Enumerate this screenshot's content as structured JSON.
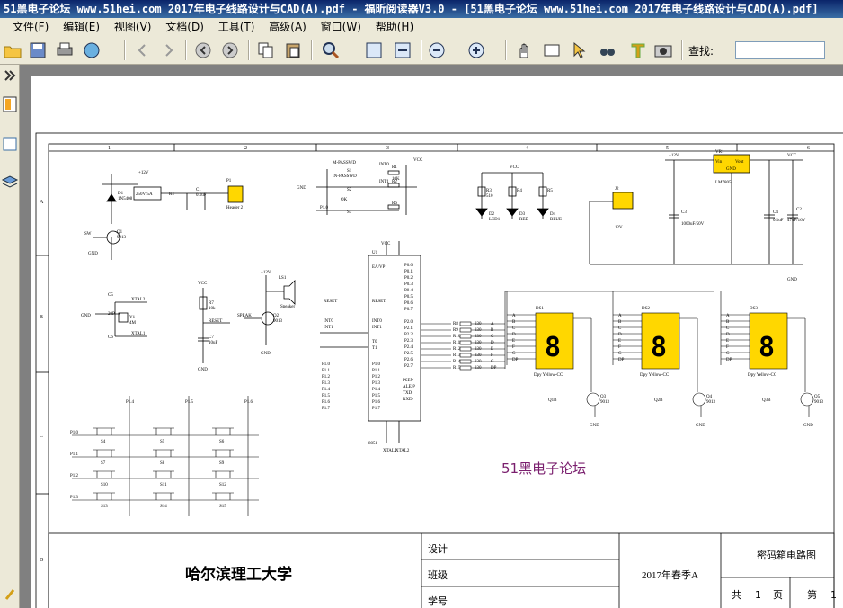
{
  "window": {
    "title": "51黑电子论坛 www.51hei.com 2017年电子线路设计与CAD(A).pdf - 福昕阅读器V3.0 - [51黑电子论坛 www.51hei.com 2017年电子线路设计与CAD(A).pdf]"
  },
  "menu": [
    "文件(F)",
    "编辑(E)",
    "视图(V)",
    "文档(D)",
    "工具(T)",
    "高级(A)",
    "窗口(W)",
    "帮助(H)"
  ],
  "toolbar": {
    "find_label": "查找:",
    "find_value": "",
    "icons": [
      "open-icon",
      "save-icon",
      "print-icon",
      "email-icon",
      "back-icon",
      "forward-icon",
      "prev-page-icon",
      "next-page-icon",
      "copy-icon",
      "paste-icon",
      "zoom-icon",
      "fit-page-icon",
      "fit-width-icon",
      "zoom-out-icon",
      "zoom-in-icon",
      "hand-icon",
      "snapshot-icon",
      "select-icon",
      "binoculars-icon",
      "text-tool-icon",
      "camera-icon"
    ]
  },
  "sidebar": {
    "icons": [
      "expand-icon",
      "bookmark-icon",
      "thumbnails-icon",
      "layers-icon",
      "attachment-icon"
    ]
  },
  "document": {
    "grid_columns": [
      "1",
      "2",
      "3",
      "4",
      "5",
      "6"
    ],
    "grid_rows": [
      "A",
      "B",
      "C",
      "D"
    ],
    "watermark": "51黑电子论坛",
    "title_block": {
      "university": "哈尔滨理工大学",
      "design_label": "设计",
      "class_label": "班级",
      "student_id_label": "学号",
      "term": "2017年春季A",
      "drawing_title": "密码箱电路图",
      "total_label": "共",
      "total_value": "1",
      "page_unit": "页",
      "page_label": "第",
      "page_value": "1"
    },
    "components": {
      "power_label": "+12V",
      "vcc_label": "VCC",
      "gnd_label": "GND",
      "relay_diode": "D1",
      "relay_diode_part": "1N5408",
      "relay_label": "250V/5A",
      "relay": "K1",
      "cap1": "C1",
      "cap1_value": "0.1uF",
      "header": "P1",
      "header_part": "Header 2",
      "transistor_q1": "Q1",
      "transistor_part": "9013",
      "sw_label": "SW",
      "key1": "M-PASSWD",
      "key2": "IN-PASSWD",
      "key3": "OK",
      "s1": "S1",
      "s2": "S2",
      "s3": "S3",
      "r1": "R1",
      "r2": "R2",
      "r6": "R6",
      "r_value": "10K",
      "int0": "INT0",
      "int1": "INT1",
      "p10": "P1.0",
      "r3": "R3",
      "r4": "R4",
      "r5": "R5",
      "r510": "510",
      "d2": "D2",
      "d3": "D3",
      "d4": "D4",
      "led1": "LED1",
      "red": "RED",
      "blue": "BLUE",
      "j2": "J2",
      "j2_value": "12V",
      "vr1": "VR1",
      "lm7805": "LM7805",
      "vin": "Vin",
      "vout": "Vout",
      "c3": "C3",
      "c3_value": "1000uF/50V",
      "c4": "C4",
      "c4_value": "0.1uF",
      "c2": "C2",
      "c2_value": "47uF/16V",
      "c5": "C5",
      "c6": "C6",
      "c5_value": "20P",
      "y1": "Y1",
      "y1_value": "4M",
      "xtal2": "XTAL2",
      "xtal1": "XTAL1",
      "r7": "R7",
      "r7_value": "10k",
      "reset": "RESET",
      "c7": "C7",
      "c7_value": "10uF",
      "ls1": "LS1",
      "speaker": "Speaker",
      "spkr_q": "Q2",
      "speak_label": "SPEAK",
      "u1": "U1",
      "mcu": "8051",
      "ea": "EA/VP",
      "ds1": "DS1",
      "ds2": "DS2",
      "ds3": "DS3",
      "display_part": "Dpy Yellow-CC",
      "q3": "Q3",
      "q4": "Q4",
      "q5": "Q5",
      "q1b": "Q1B",
      "q2b": "Q2B",
      "q3b": "Q3B",
      "p14": "P1.4",
      "p15": "P1.5",
      "p16": "P1.6",
      "p10r": "P1.0",
      "p11r": "P1.1",
      "p12r": "P1.2",
      "p13r": "P1.3",
      "keys": [
        "S4",
        "S5",
        "S6",
        "S7",
        "S8",
        "S9",
        "S10",
        "S11",
        "S12",
        "S13",
        "S14",
        "S15"
      ],
      "seg_labels": [
        "A",
        "B",
        "C",
        "D",
        "E",
        "F",
        "G",
        "DP"
      ],
      "resistor_labels": [
        "R8",
        "R9",
        "R10",
        "R11",
        "R12",
        "R13",
        "R14",
        "R15"
      ],
      "r330": "330",
      "p0_pins": [
        "P0.0",
        "P0.1",
        "P0.2",
        "P0.3",
        "P0.4",
        "P0.5",
        "P0.6",
        "P0.7"
      ],
      "p2_pins": [
        "P2.0",
        "P2.1",
        "P2.2",
        "P2.3",
        "P2.4",
        "P2.5",
        "P2.6",
        "P2.7"
      ],
      "p1_pins": [
        "P1.0",
        "P1.1",
        "P1.2",
        "P1.3",
        "P1.4",
        "P1.5",
        "P1.6",
        "P1.7"
      ],
      "right_pins": [
        "PSEN",
        "ALE/P",
        "TXD",
        "RXD"
      ],
      "left_ctrl": [
        "RESET",
        "INT0",
        "INT1",
        "T0",
        "T1"
      ],
      "bottom_pins": [
        "XTAL1",
        "XTAL2"
      ]
    }
  }
}
